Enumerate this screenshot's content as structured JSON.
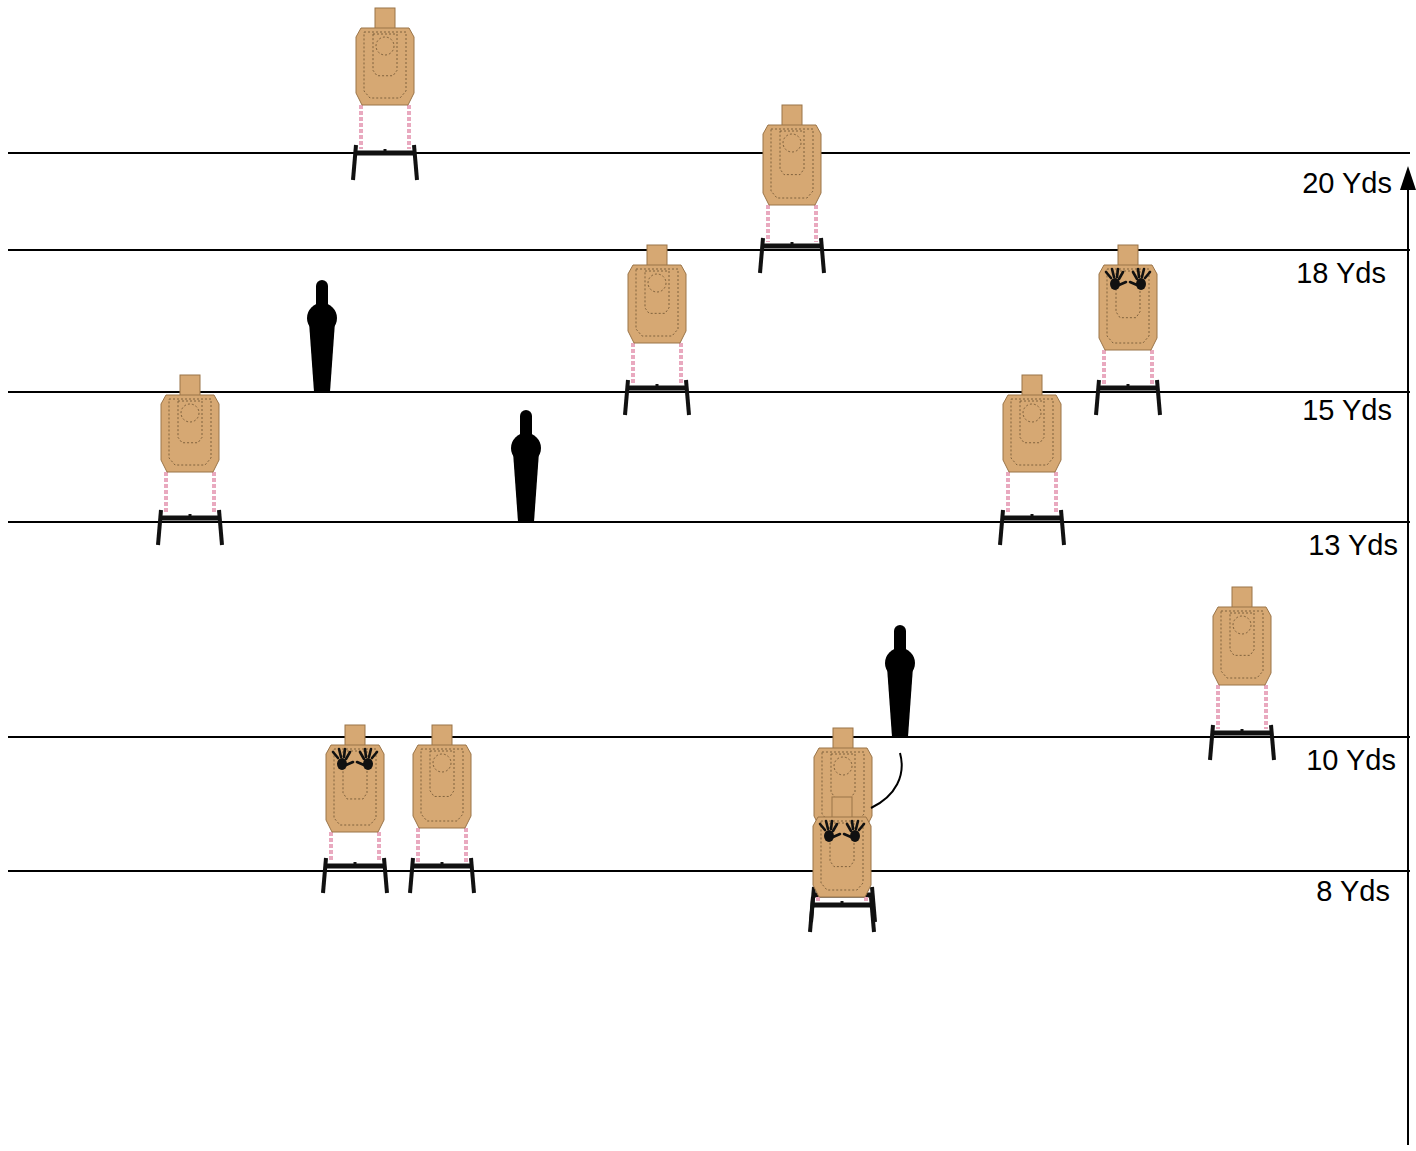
{
  "diagram": {
    "labels": [
      "20 Yds",
      "18 Yds",
      "15 Yds",
      "13 Yds",
      "10 Yds",
      "8 Yds"
    ]
  }
}
